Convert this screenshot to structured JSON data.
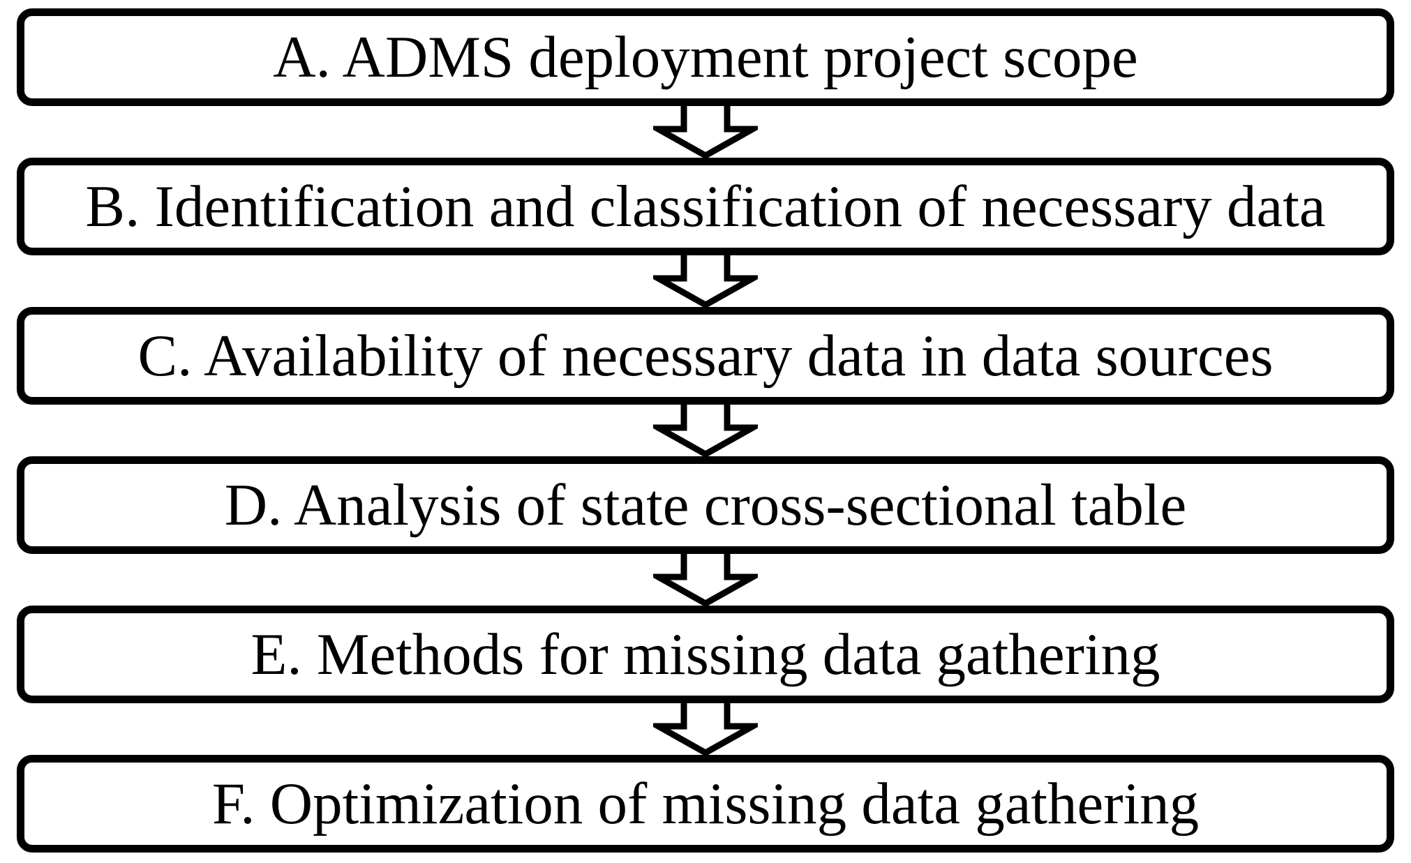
{
  "diagram": {
    "type": "flowchart",
    "direction": "top-down",
    "colors": {
      "background": "#ffffff",
      "box_border": "#000000",
      "box_fill": "#ffffff",
      "text": "#000000",
      "arrow_outline": "#000000",
      "arrow_fill": "#ffffff"
    },
    "steps": [
      {
        "id": "A",
        "label": "A. ADMS deployment project scope"
      },
      {
        "id": "B",
        "label": "B. Identification and classification of necessary data"
      },
      {
        "id": "C",
        "label": "C. Availability of necessary data in data sources"
      },
      {
        "id": "D",
        "label": "D. Analysis of state cross-sectional table"
      },
      {
        "id": "E",
        "label": "E. Methods for missing data gathering"
      },
      {
        "id": "F",
        "label": "F. Optimization of missing data gathering"
      }
    ],
    "connections": [
      {
        "from": "A",
        "to": "B",
        "arrow": "down"
      },
      {
        "from": "B",
        "to": "C",
        "arrow": "down"
      },
      {
        "from": "C",
        "to": "D",
        "arrow": "down"
      },
      {
        "from": "D",
        "to": "E",
        "arrow": "down"
      },
      {
        "from": "E",
        "to": "F",
        "arrow": "down"
      }
    ]
  }
}
